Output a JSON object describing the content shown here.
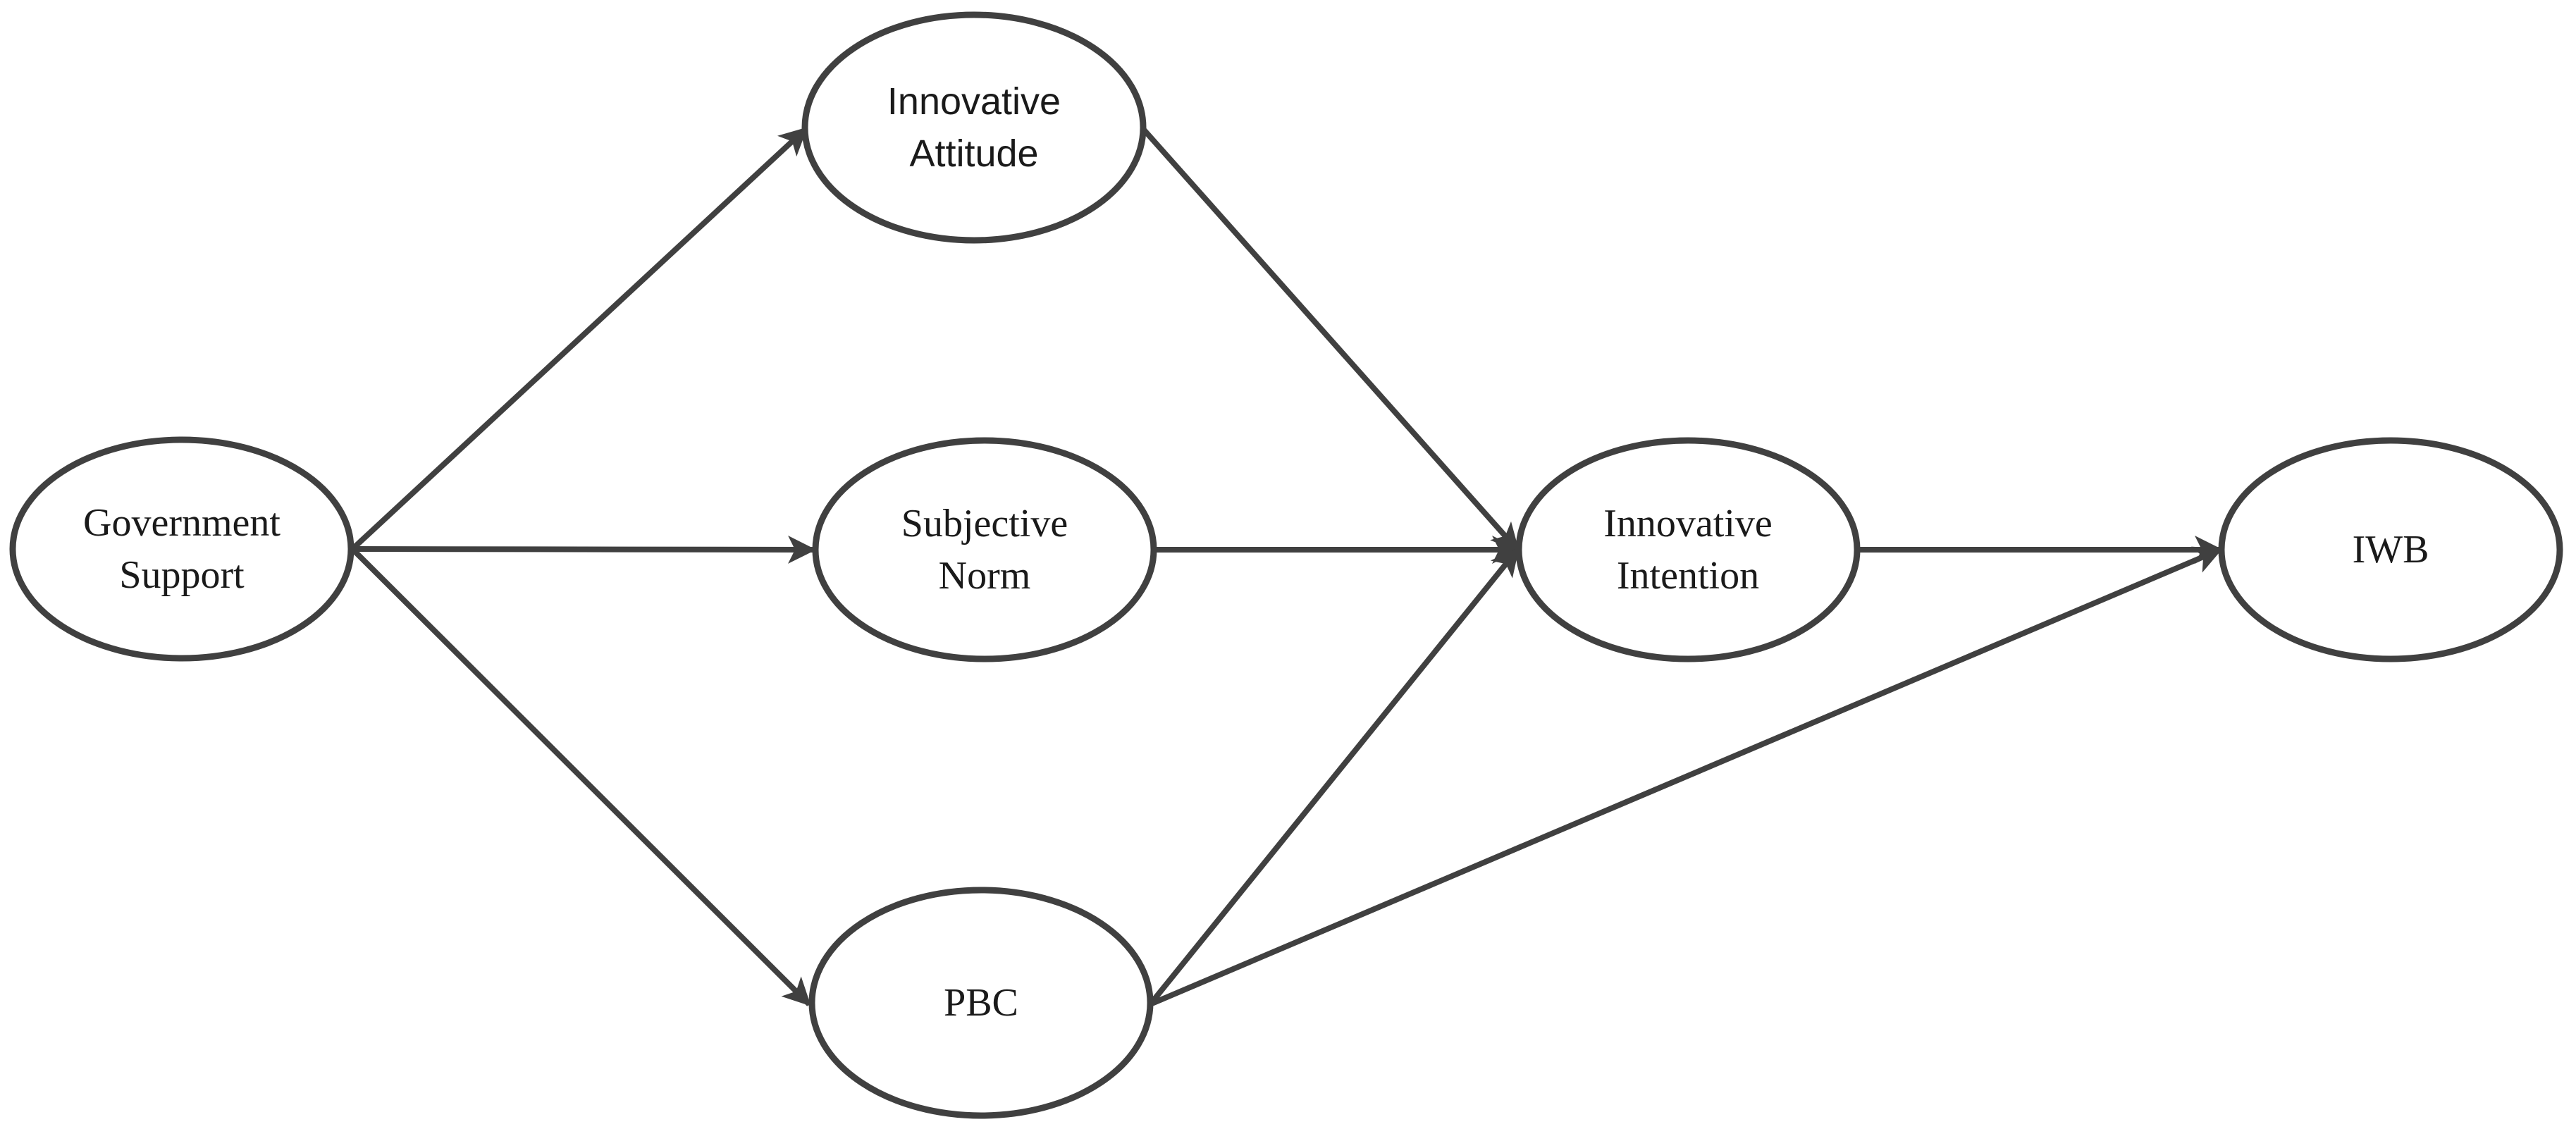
{
  "diagram": {
    "type": "path-diagram",
    "colors": {
      "stroke": "#404040",
      "fill": "#ffffff",
      "text": "#1a1a1a"
    },
    "nodes": [
      {
        "id": "gov",
        "lines": [
          "Government",
          "Support"
        ]
      },
      {
        "id": "att",
        "lines": [
          "Innovative",
          "Attitude"
        ]
      },
      {
        "id": "sn",
        "lines": [
          "Subjective",
          "Norm"
        ]
      },
      {
        "id": "pbc",
        "lines": [
          "PBC"
        ]
      },
      {
        "id": "int",
        "lines": [
          "Innovative",
          "Intention"
        ]
      },
      {
        "id": "iwb",
        "lines": [
          "IWB"
        ]
      }
    ],
    "edges": [
      {
        "from": "gov",
        "to": "att"
      },
      {
        "from": "gov",
        "to": "sn"
      },
      {
        "from": "gov",
        "to": "pbc"
      },
      {
        "from": "att",
        "to": "int"
      },
      {
        "from": "sn",
        "to": "int"
      },
      {
        "from": "pbc",
        "to": "int"
      },
      {
        "from": "int",
        "to": "iwb"
      },
      {
        "from": "pbc",
        "to": "iwb"
      }
    ]
  }
}
